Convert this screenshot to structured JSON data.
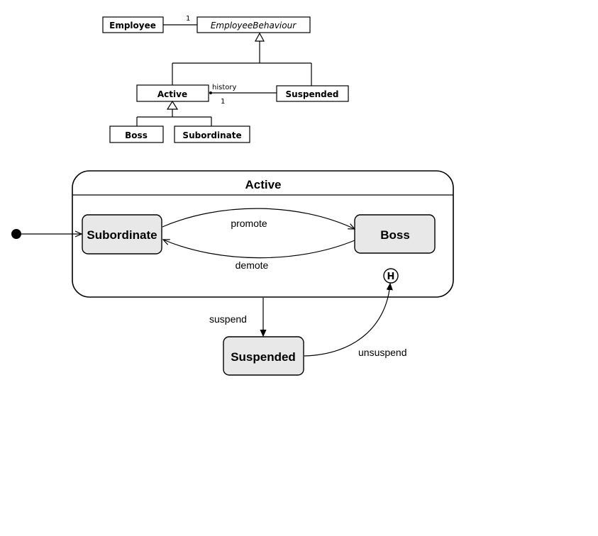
{
  "class_diagram": {
    "employee": "Employee",
    "behaviour": "EmployeeBehaviour",
    "multiplicity_top": "1",
    "active": "Active",
    "suspended": "Suspended",
    "history_label": "history",
    "multiplicity_history": "1",
    "boss": "Boss",
    "subordinate": "Subordinate"
  },
  "state_diagram": {
    "composite_title": "Active",
    "subordinate": "Subordinate",
    "boss": "Boss",
    "suspended": "Suspended",
    "history_marker": "H",
    "promote": "promote",
    "demote": "demote",
    "suspend": "suspend",
    "unsuspend": "unsuspend"
  }
}
